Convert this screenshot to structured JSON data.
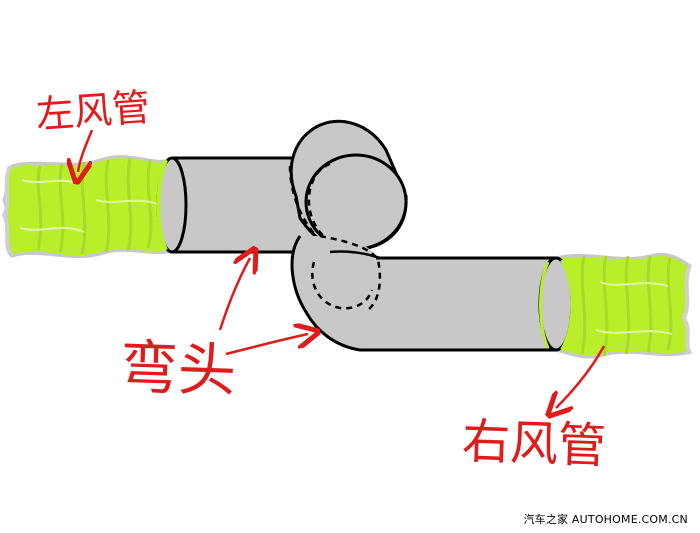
{
  "labels": {
    "left_duct": "左风管",
    "elbow": "弯头",
    "right_duct": "右风管"
  },
  "watermark": "汽车之家 AUTOHOME.COM.CN",
  "colors": {
    "duct_fill": "#b8ef2a",
    "duct_ridge": "#9ec92a",
    "duct_edge": "#c8c8c8",
    "tube_fill": "#c8c8c8",
    "outline": "#000000",
    "annotation": "#e01b1b"
  }
}
